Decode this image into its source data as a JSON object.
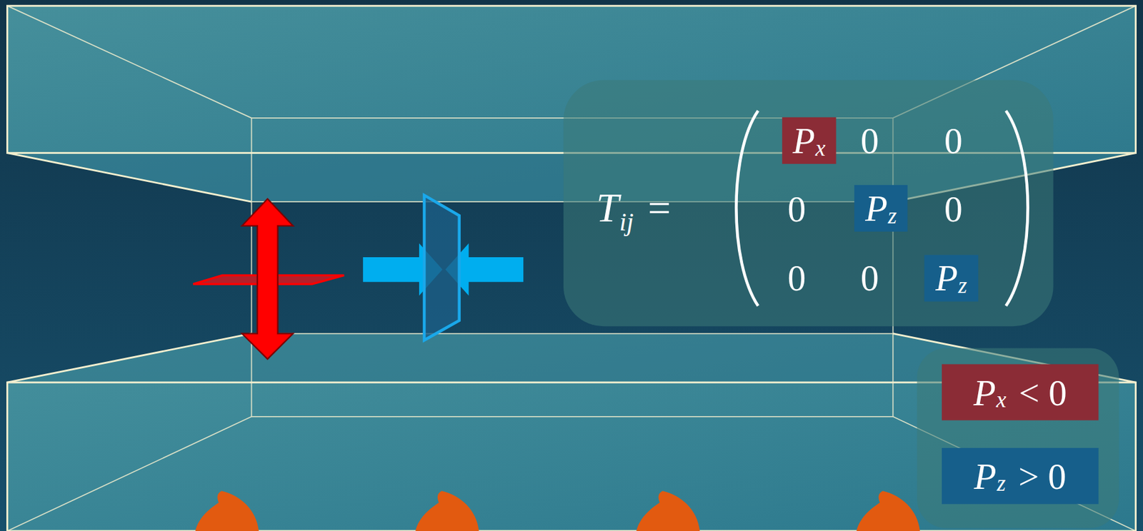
{
  "diagram": {
    "nodes": [
      {
        "text": [
          "P",
          "x"
        ]
      },
      {
        "text": [
          "P",
          "z"
        ]
      },
      {
        "text": [
          "P",
          "z"
        ]
      },
      {
        "text": [
          "P",
          "x",
          "< 0"
        ]
      },
      {
        "text": [
          "P",
          "z",
          "> 0"
        ]
      }
    ],
    "labels": [
      "T",
      "ij",
      "=",
      "0",
      "0",
      "0",
      "0",
      "0",
      "0"
    ]
  }
}
